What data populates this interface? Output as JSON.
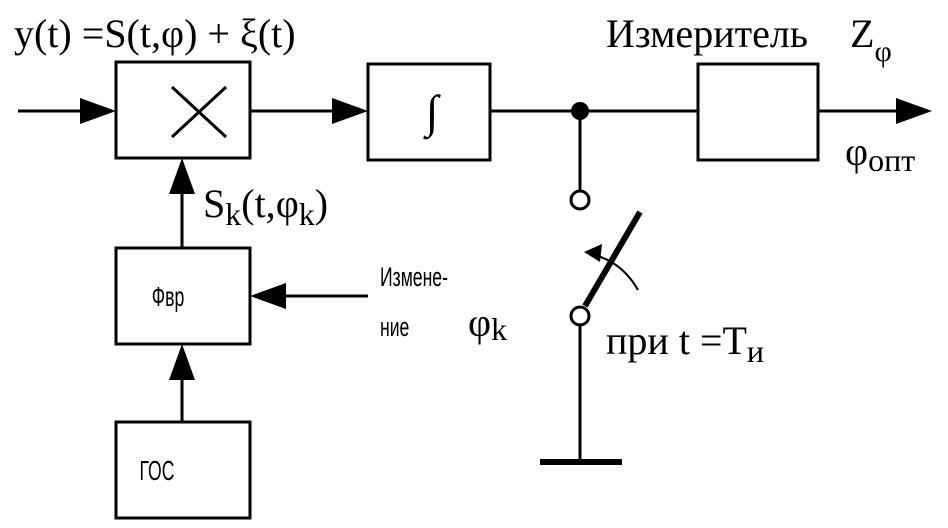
{
  "input_expr": {
    "y": "y(t) =S(t,",
    "phi1": "φ",
    "mid": ") + ",
    "xi": "ξ",
    "end": "(t)"
  },
  "ref_signal": {
    "s": "S",
    "sub_k": "k",
    "open": "(t,",
    "phi": "φ",
    "sub_k2": "k",
    "close": ")"
  },
  "integrator_symbol": "∫",
  "meter": {
    "label": "Измеритель",
    "z": "Z",
    "sub_phi": "φ"
  },
  "output": {
    "phi": "φ",
    "sub": "опт"
  },
  "phase_shifter_label": "Фвр",
  "generator_label": "ГОС",
  "change": {
    "line1": "Измене-",
    "line2": "ние",
    "phi": "φ",
    "sub_k": "k"
  },
  "switch_label": {
    "text": "при t =T",
    "sub": "и"
  }
}
